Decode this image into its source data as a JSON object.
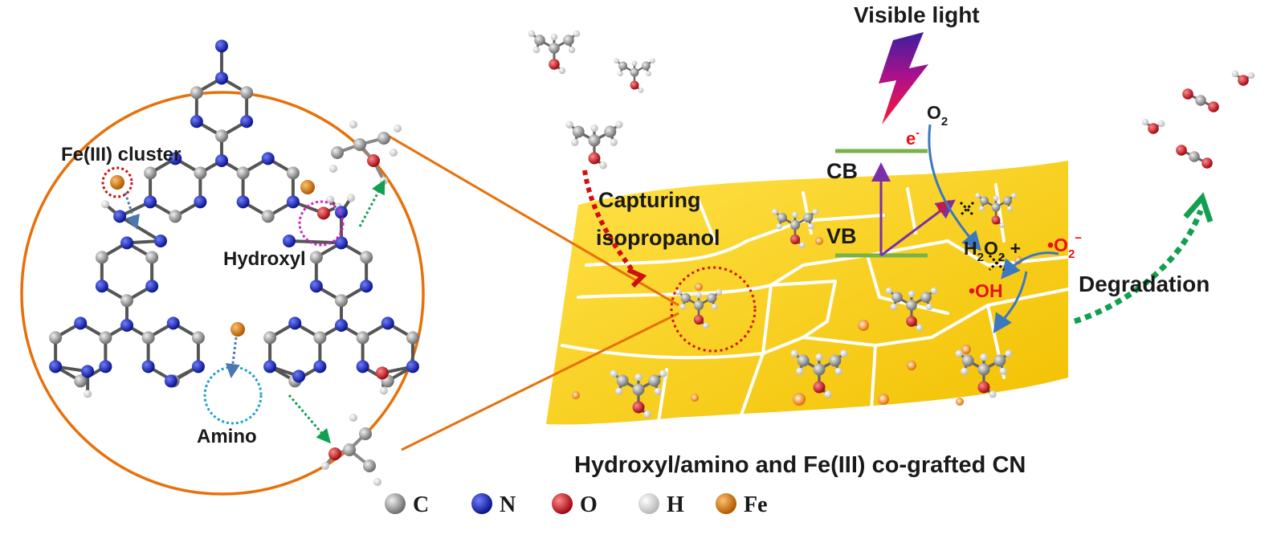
{
  "labels": {
    "visible_light": "Visible light",
    "o2": "O",
    "o2_sub": "2",
    "e_minus_1": "e",
    "e_minus_2": "e",
    "cb": "CB",
    "vb": "VB",
    "h2o2_a": "H",
    "h2o2_sub1": "2",
    "h2o2_b": "O",
    "h2o2_sub2": "2",
    "h2o2_plus": " +",
    "superoxide": "•O",
    "superoxide_sub": "2",
    "superoxide_sup": "−",
    "hydroxyl_radical": "•OH",
    "capturing_1": "Capturing",
    "capturing_2": "isopropanol",
    "degradation": "Degradation",
    "fe_cluster": "Fe(III) cluster",
    "hydroxyl": "Hydroxyl",
    "amino": "Amino",
    "caption": "Hydroxyl/amino and Fe(III) co-grafted CN"
  },
  "legend": [
    {
      "symbol": "C",
      "color": "#8a8a8a",
      "name": "carbon-atom-icon"
    },
    {
      "symbol": "N",
      "color": "#1628c8",
      "name": "nitrogen-atom-icon"
    },
    {
      "symbol": "O",
      "color": "#d4141a",
      "name": "oxygen-atom-icon"
    },
    {
      "symbol": "H",
      "color": "#e6e6e6",
      "name": "hydrogen-atom-icon"
    },
    {
      "symbol": "Fe",
      "color": "#e87d12",
      "name": "iron-atom-icon"
    }
  ],
  "colors": {
    "sheet": "#f7d000",
    "zoom_circle": "#e8700a",
    "band": "#7ab24a",
    "excitation_arrow": "#7a30a8",
    "electron_flow": "#3a78c0",
    "capture_arrow": "#d01010",
    "degradation_arrow": "#12a050"
  }
}
